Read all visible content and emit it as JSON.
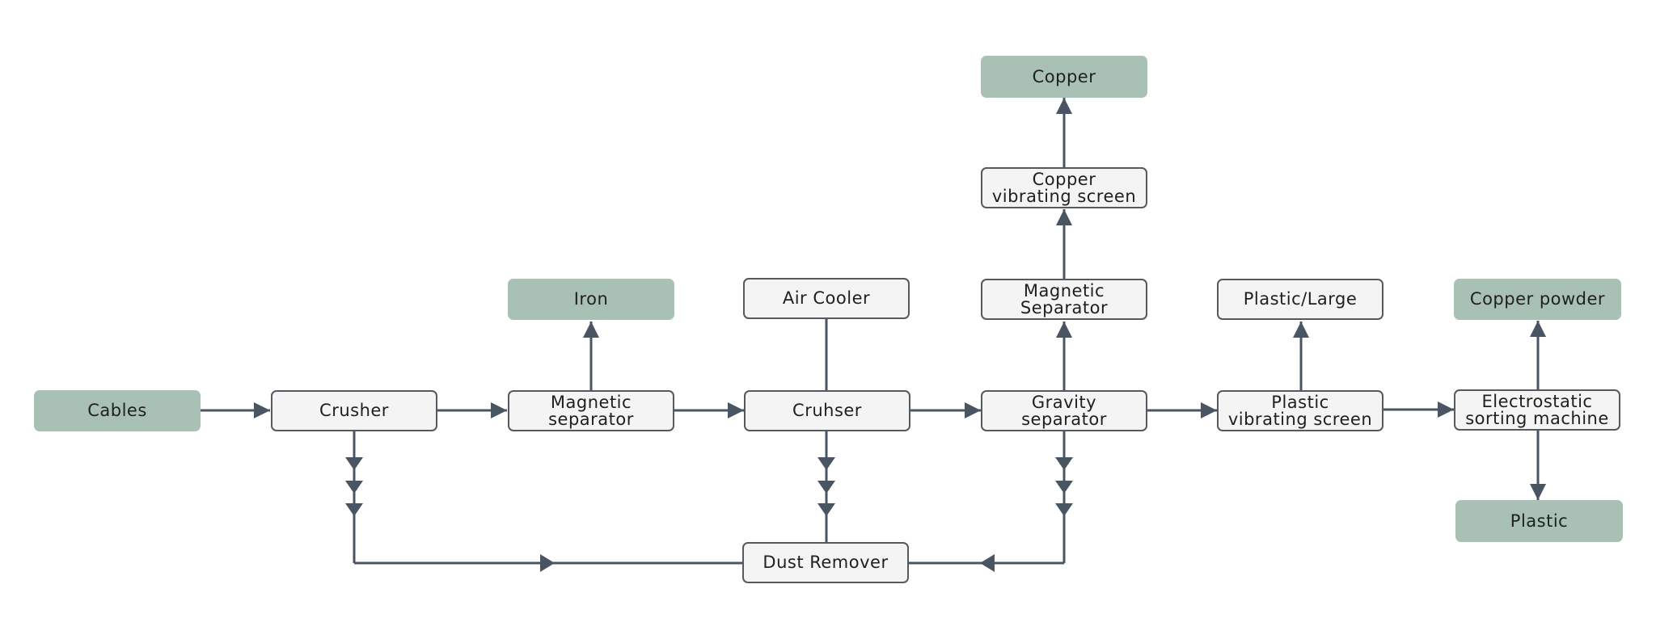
{
  "diagram": {
    "nodes": {
      "cables": "Cables",
      "crusher": "Crusher",
      "magnetic_separator_1": "Magnetic\nseparator",
      "iron": "Iron",
      "air_cooler": "Air Cooler",
      "cruhser": "Cruhser",
      "gravity_separator": "Gravity\nseparator",
      "magnetic_separator_2": "Magnetic\nSeparator",
      "copper_vibrating_screen": "Copper\nvibrating screen",
      "copper": "Copper",
      "plastic_vibrating_screen": "Plastic\nvibrating screen",
      "plastic_large": "Plastic/Large",
      "electrostatic_sorting_machine": "Electrostatic\nsorting machine",
      "copper_powder": "Copper powder",
      "plastic": "Plastic",
      "dust_remover": "Dust Remover"
    },
    "edges": [
      {
        "from": "cables",
        "to": "crusher"
      },
      {
        "from": "crusher",
        "to": "magnetic_separator_1"
      },
      {
        "from": "magnetic_separator_1",
        "to": "iron"
      },
      {
        "from": "magnetic_separator_1",
        "to": "cruhser"
      },
      {
        "from": "air_cooler",
        "to": "cruhser"
      },
      {
        "from": "cruhser",
        "to": "gravity_separator"
      },
      {
        "from": "gravity_separator",
        "to": "magnetic_separator_2"
      },
      {
        "from": "magnetic_separator_2",
        "to": "copper_vibrating_screen"
      },
      {
        "from": "copper_vibrating_screen",
        "to": "copper"
      },
      {
        "from": "gravity_separator",
        "to": "plastic_vibrating_screen"
      },
      {
        "from": "plastic_vibrating_screen",
        "to": "plastic_large"
      },
      {
        "from": "plastic_vibrating_screen",
        "to": "electrostatic_sorting_machine"
      },
      {
        "from": "electrostatic_sorting_machine",
        "to": "copper_powder"
      },
      {
        "from": "electrostatic_sorting_machine",
        "to": "plastic"
      },
      {
        "from": "crusher",
        "to": "dust_remover"
      },
      {
        "from": "cruhser",
        "to": "dust_remover"
      },
      {
        "from": "gravity_separator",
        "to": "dust_remover"
      }
    ],
    "colors": {
      "line": "#4a5563",
      "terminal_fill": "#a9c1b5",
      "process_fill": "#f4f4f4",
      "process_border": "#555a60"
    }
  }
}
